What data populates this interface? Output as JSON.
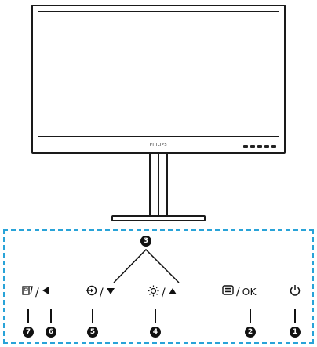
{
  "monitor": {
    "brand": "PHILIPS"
  },
  "controls": {
    "sep": "/",
    "ok_label": "OK",
    "callouts": {
      "c1": "1",
      "c2": "2",
      "c3": "3",
      "c4": "4",
      "c5": "5",
      "c6": "6",
      "c7": "7"
    },
    "icons": {
      "power": "power-icon",
      "menu": "menu-icon",
      "brightness": "brightness-icon",
      "input": "input-source-icon",
      "smartimage": "smartimage-icon",
      "up": "up-arrow-icon",
      "down": "down-arrow-icon",
      "left": "left-arrow-icon"
    },
    "accent_color": "#29a3d8"
  }
}
